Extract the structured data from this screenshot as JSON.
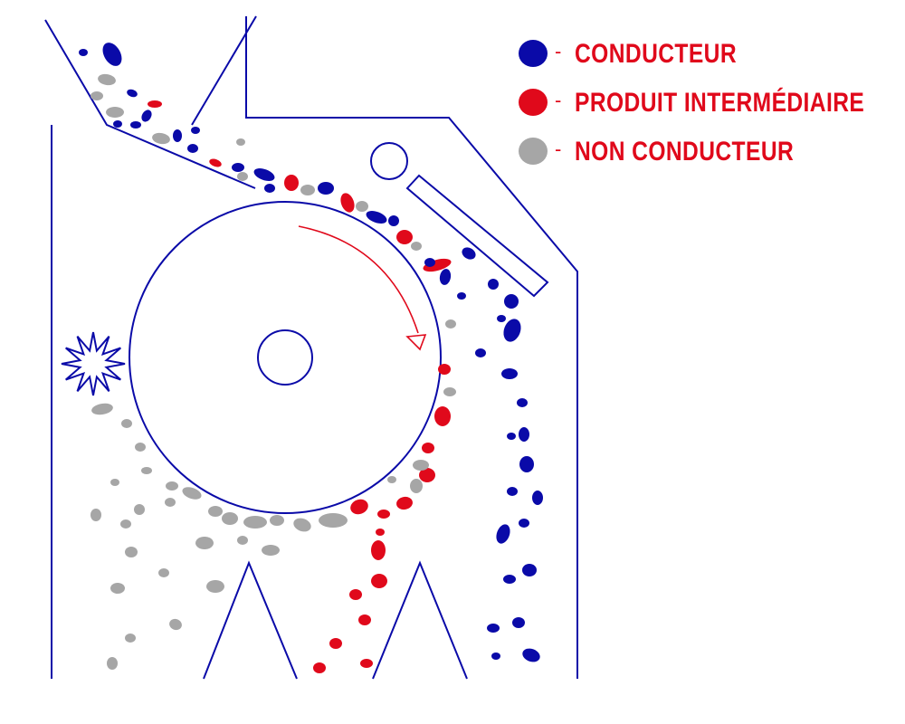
{
  "colors": {
    "structure": "#0a0aa8",
    "conductor": "#0a0aa8",
    "intermediate": "#e0091b",
    "non_conductor": "#a6a6a6",
    "rotation_arrow": "#e0091b",
    "legend_text": "#e0091b"
  },
  "legend": {
    "dash": "-",
    "items": [
      {
        "key": "conductor",
        "label": "CONDUCTEUR",
        "color": "#0a0aa8"
      },
      {
        "key": "intermediate",
        "label": "PRODUIT INTERMÉDIAIRE",
        "color": "#e0091b"
      },
      {
        "key": "non_conductor",
        "label": "NON CONDUCTEUR",
        "color": "#a6a6a6"
      }
    ]
  },
  "icons": {
    "ionizing_electrode": "starburst-icon",
    "rotation": "curved-arrow-icon"
  }
}
